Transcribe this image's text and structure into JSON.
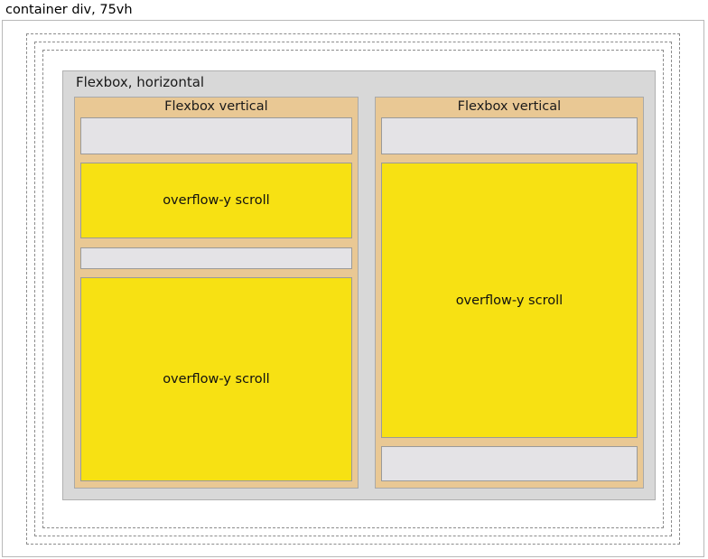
{
  "caption": "container div, 75vh",
  "flex_horizontal": {
    "label": "Flexbox, horizontal"
  },
  "columns": [
    {
      "label": "Flexbox  vertical",
      "panels": [
        {
          "name": "plain-box",
          "text": ""
        },
        {
          "name": "scroll-box",
          "text": "overflow-y scroll"
        },
        {
          "name": "plain-box",
          "text": ""
        },
        {
          "name": "scroll-box",
          "text": "overflow-y scroll"
        }
      ]
    },
    {
      "label": "Flexbox  vertical",
      "panels": [
        {
          "name": "plain-box",
          "text": ""
        },
        {
          "name": "scroll-box",
          "text": "overflow-y scroll"
        },
        {
          "name": "plain-box",
          "text": ""
        }
      ]
    }
  ],
  "colors": {
    "page_background": "#ffffff",
    "container_grey": "#d8d8d8",
    "flex_vertical_tan": "#e9c894",
    "panel_plain_grey": "#e4e3e6",
    "panel_scroll_yellow": "#f7e113",
    "dashed_border": "#8c8c8c",
    "solid_border": "#b0b0b0",
    "text": "#111111"
  }
}
